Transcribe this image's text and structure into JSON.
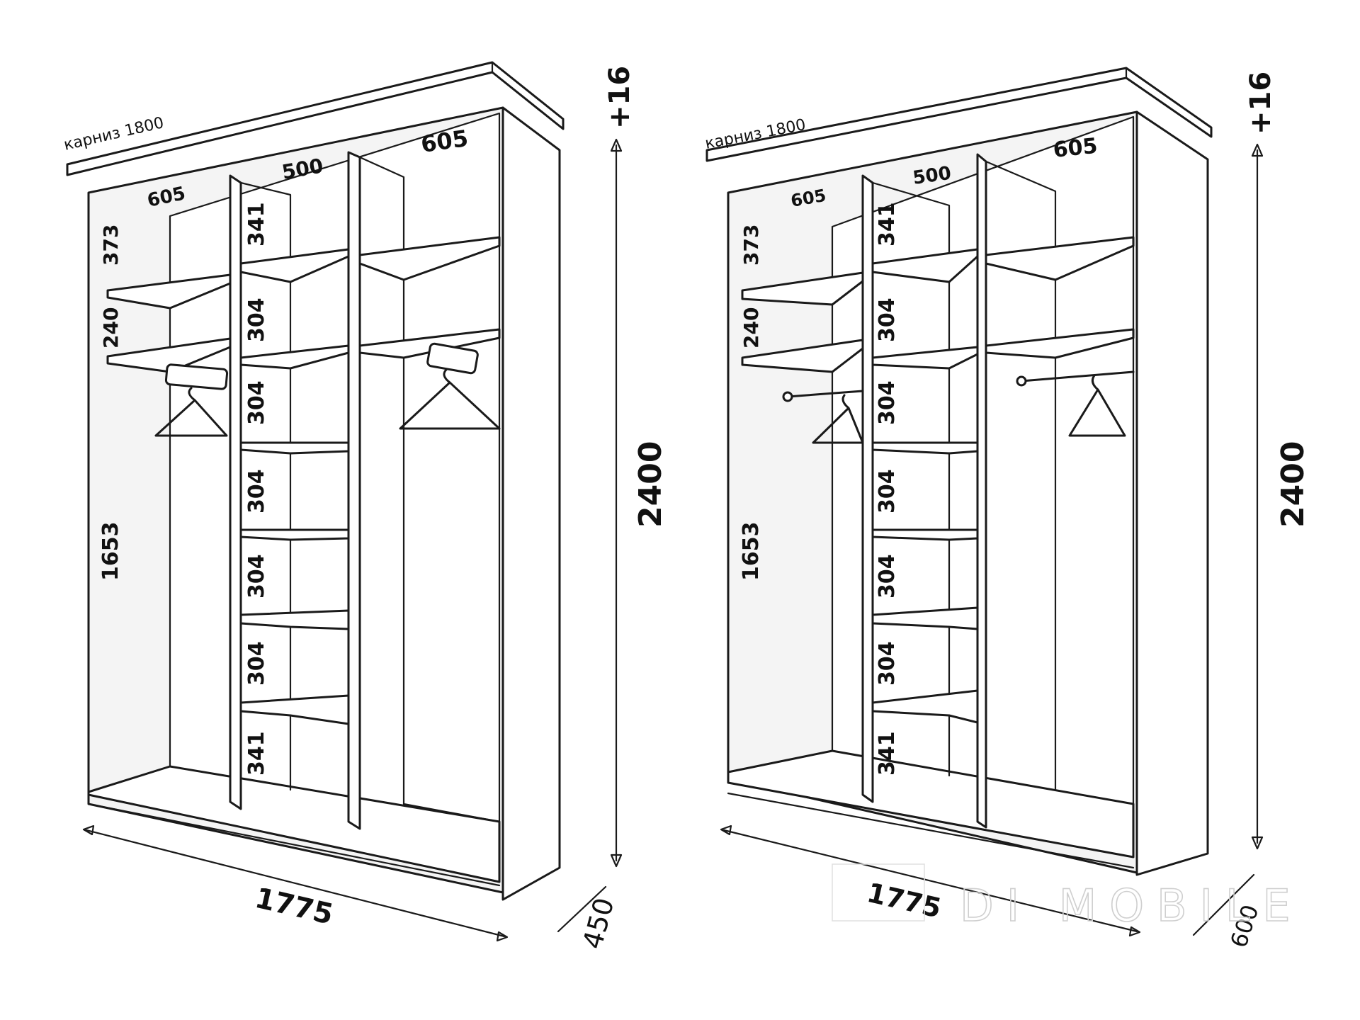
{
  "cornice_label": "карниз 1800",
  "height_plus": "+16",
  "height_total": "2400",
  "width_total": "1775",
  "depth_left": "450",
  "depth_right": "600",
  "col_left_width": "605",
  "col_middle_width": "500",
  "col_right_width": "605",
  "left_section_heights": [
    "373",
    "240",
    "1653"
  ],
  "middle_section_heights": [
    "341",
    "304",
    "304",
    "304",
    "304",
    "304",
    "341"
  ],
  "watermark": "DI MOBILE"
}
